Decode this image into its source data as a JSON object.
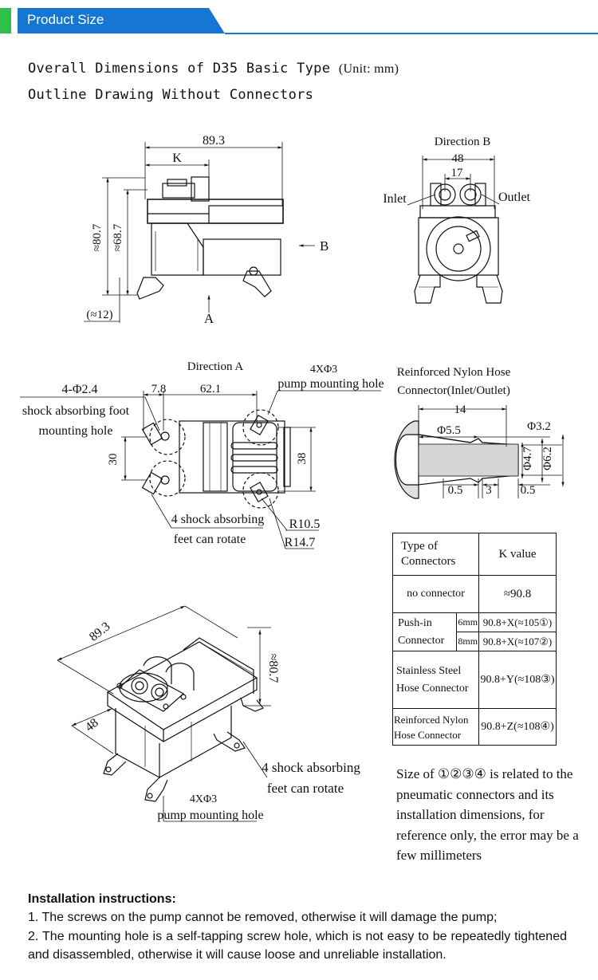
{
  "header": {
    "title": "Product Size",
    "colors": {
      "green": "#2fc04a",
      "blue": "#1677d2"
    }
  },
  "headings": {
    "line1": "Overall Dimensions of D35 Basic Type",
    "line1_unit": "(Unit: mm)",
    "line2": "Outline Drawing Without Connectors"
  },
  "side_view": {
    "width": "89.3",
    "k": "K",
    "height_total": "≈80.7",
    "height_body": "≈68.7",
    "foot": "(≈12)",
    "arrow_a": "A",
    "arrow_b": "B"
  },
  "direction_b": {
    "title": "Direction B",
    "width": "48",
    "port_spacing": "17",
    "inlet": "Inlet",
    "outlet": "Outlet"
  },
  "direction_a": {
    "title": "Direction A",
    "hole_spec": "4-Φ2.4",
    "foot_hole_1": "shock absorbing foot",
    "foot_hole_2": "mounting hole",
    "dim_7_8": "7.8",
    "dim_62_1": "62.1",
    "dim_30": "30",
    "dim_38": "38",
    "pump_hole_spec": "4XΦ3",
    "pump_hole": "pump mounting hole",
    "feet_rotate_1": "4 shock absorbing",
    "feet_rotate_2": "feet can rotate",
    "r_small": "R10.5",
    "r_large": "R14.7"
  },
  "hose_connector": {
    "title_1": "Reinforced Nylon Hose",
    "title_2": "Connector(Inlet/Outlet)",
    "length": "14",
    "d55": "Φ5.5",
    "d32": "Φ3.2",
    "d47": "Φ4.7",
    "d62": "Φ6.2",
    "seg_a": "0.5",
    "seg_b": "3",
    "seg_c": "0.5"
  },
  "k_table": {
    "header_type_1": "Type of",
    "header_type_2": "Connectors",
    "header_k": "K value",
    "no_connector": "no connector",
    "no_connector_value": "≈90.8",
    "push_in_1": "Push-in",
    "push_in_2": "Connector",
    "push_6mm": "6mm",
    "push_6mm_value": "90.8+X(≈105①)",
    "push_8mm": "8mm",
    "push_8mm_value": "90.8+X(≈107②)",
    "steel_1": "Stainless Steel",
    "steel_2": "Hose Connector",
    "steel_value": "90.8+Y(≈108③)",
    "nylon_1": "Reinforced Nylon",
    "nylon_2": "Hose Connector",
    "nylon_value": "90.8+Z(≈108④)"
  },
  "iso_view": {
    "length": "89.3",
    "width": "48",
    "height": "≈80.7",
    "feet_rotate_1": "4 shock absorbing",
    "feet_rotate_2": "feet can rotate",
    "pump_hole_spec": "4XΦ3",
    "pump_hole": "pump mounting hole"
  },
  "note": "Size of ①②③④ is related to the pneumatic connectors and its installation dimensions, for reference only, the error may be a few millimeters",
  "installation": {
    "title": "Installation instructions:",
    "item1": "1. The screws on the pump cannot be removed, otherwise it will damage the pump;",
    "item2": "2. The mounting hole is a self-tapping screw hole, which is not easy to be repeatedly tightened and disassembled, otherwise it will cause loose and unreliable installation."
  }
}
